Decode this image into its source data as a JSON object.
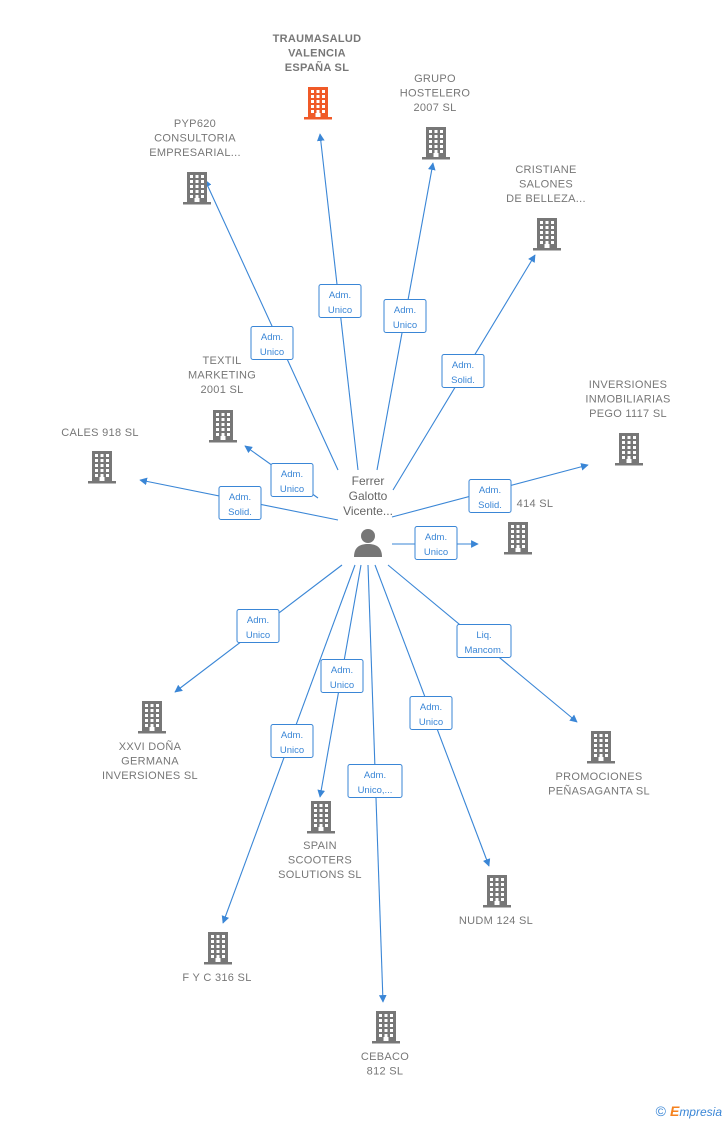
{
  "colors": {
    "edge": "#3a86d6",
    "building": "#777777",
    "building_main": "#f05a28",
    "person": "#777777"
  },
  "center": {
    "label_lines": [
      "Ferrer",
      "Galotto",
      "Vicente..."
    ],
    "icon": "person-icon"
  },
  "companies": [
    {
      "id": "traumasalud",
      "lines": [
        "TRAUMASALUD",
        "VALENCIA",
        "ESPAÑA  SL"
      ],
      "main": true
    },
    {
      "id": "grupo-hostelero",
      "lines": [
        "GRUPO",
        "HOSTELERO",
        "2007  SL"
      ]
    },
    {
      "id": "pyp620",
      "lines": [
        "PYP620",
        "CONSULTORIA",
        "EMPRESARIAL..."
      ]
    },
    {
      "id": "cristiane",
      "lines": [
        "CRISTIANE",
        "SALONES",
        "DE BELLEZA..."
      ]
    },
    {
      "id": "textil",
      "lines": [
        "TEXTIL",
        "MARKETING",
        "2001  SL"
      ]
    },
    {
      "id": "inversiones-pego",
      "lines": [
        "INVERSIONES",
        "INMOBILIARIAS",
        "PEGO 1117  SL"
      ]
    },
    {
      "id": "cales",
      "lines": [
        "CALES 918  SL"
      ]
    },
    {
      "id": "c414",
      "lines": [
        "414  SL"
      ]
    },
    {
      "id": "xxvi",
      "lines": [
        "XXVI DOÑA",
        "GERMANA",
        "INVERSIONES SL"
      ]
    },
    {
      "id": "promociones",
      "lines": [
        "PROMOCIONES",
        "PEÑASAGANTA SL"
      ]
    },
    {
      "id": "spain-scooters",
      "lines": [
        "SPAIN",
        "SCOOTERS",
        "SOLUTIONS  SL"
      ]
    },
    {
      "id": "nudm",
      "lines": [
        "NUDM 124  SL"
      ]
    },
    {
      "id": "fyc",
      "lines": [
        "F Y C 316  SL"
      ]
    },
    {
      "id": "cebaco",
      "lines": [
        "CEBACO",
        "812 SL"
      ]
    }
  ],
  "relations": [
    {
      "target": "traumasalud",
      "lines": [
        "Adm.",
        "Unico"
      ]
    },
    {
      "target": "grupo-hostelero",
      "lines": [
        "Adm.",
        "Unico"
      ]
    },
    {
      "target": "pyp620",
      "lines": [
        "Adm.",
        "Unico"
      ]
    },
    {
      "target": "cristiane",
      "lines": [
        "Adm.",
        "Solid."
      ]
    },
    {
      "target": "textil",
      "lines": [
        "Adm.",
        "Unico"
      ]
    },
    {
      "target": "inversiones-pego",
      "lines": [
        "Adm.",
        "Solid."
      ]
    },
    {
      "target": "cales",
      "lines": [
        "Adm.",
        "Solid."
      ]
    },
    {
      "target": "c414",
      "lines": [
        "Adm.",
        "Unico"
      ]
    },
    {
      "target": "xxvi",
      "lines": [
        "Adm.",
        "Unico"
      ]
    },
    {
      "target": "promociones",
      "lines": [
        "Liq.",
        "Mancom."
      ]
    },
    {
      "target": "spain-scooters",
      "lines": [
        "Adm.",
        "Unico"
      ]
    },
    {
      "target": "nudm",
      "lines": [
        "Adm.",
        "Unico"
      ]
    },
    {
      "target": "fyc",
      "lines": [
        "Adm.",
        "Unico"
      ]
    },
    {
      "target": "cebaco",
      "lines": [
        "Adm.",
        "Unico,..."
      ]
    }
  ],
  "footer": {
    "copyright": "©",
    "brand_first": "E",
    "brand_rest": "mpresia"
  }
}
